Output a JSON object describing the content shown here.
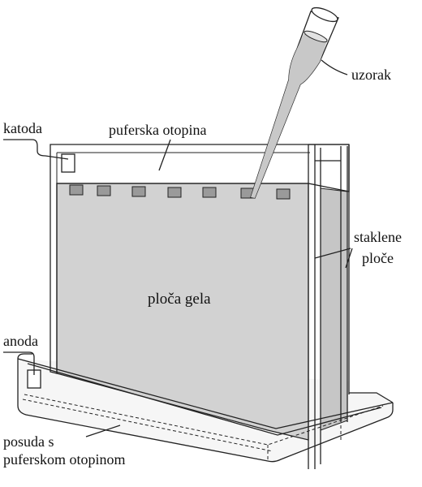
{
  "labels": {
    "uzorak": "uzorak",
    "katoda": "katoda",
    "puferska_otopina": "puferska otopina",
    "staklene_line1": "staklene",
    "staklene_line2": "ploče",
    "ploca_gela": "ploča gela",
    "anoda": "anoda",
    "posuda_line1": "posuda s",
    "posuda_line2": "puferskom otopinom"
  },
  "colors": {
    "gel": "#d2d2d2",
    "gel_side": "#c6c6c6",
    "well": "#9a9a9a",
    "pipette_fill": "#c8c8c8",
    "line": "#222222"
  }
}
